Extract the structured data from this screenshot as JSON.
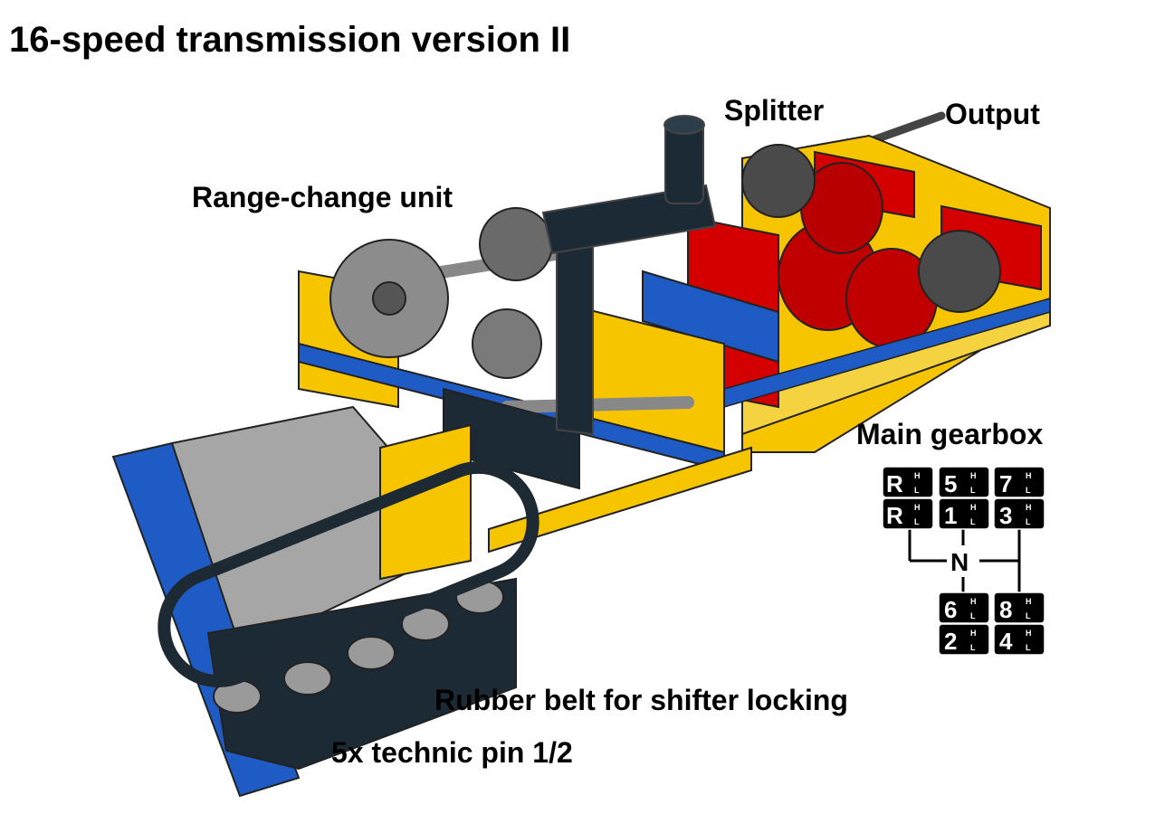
{
  "title": "16-speed transmission version II",
  "labels": {
    "splitter": "Splitter",
    "output": "Output",
    "range_change": "Range-change unit",
    "main_gearbox": "Main gearbox",
    "rubber_belt": "Rubber belt for shifter locking",
    "technic_pin": "5x technic pin 1/2"
  },
  "shift_pattern": {
    "neutral": "N",
    "high_mark": "H",
    "low_mark": "L",
    "gates": [
      {
        "top": "R",
        "bottom": "R"
      },
      {
        "top": "5",
        "bottom": "1"
      },
      {
        "top": "7",
        "bottom": "3"
      },
      {
        "top": "6",
        "bottom": "2"
      },
      {
        "top": "8",
        "bottom": "4"
      }
    ]
  },
  "colors": {
    "yellow": "#f7c500",
    "red": "#d40000",
    "blue": "#1f5bc4",
    "light_gray": "#a6a6a6",
    "dark_gray": "#5c5c5c",
    "black": "#1b2a35"
  }
}
